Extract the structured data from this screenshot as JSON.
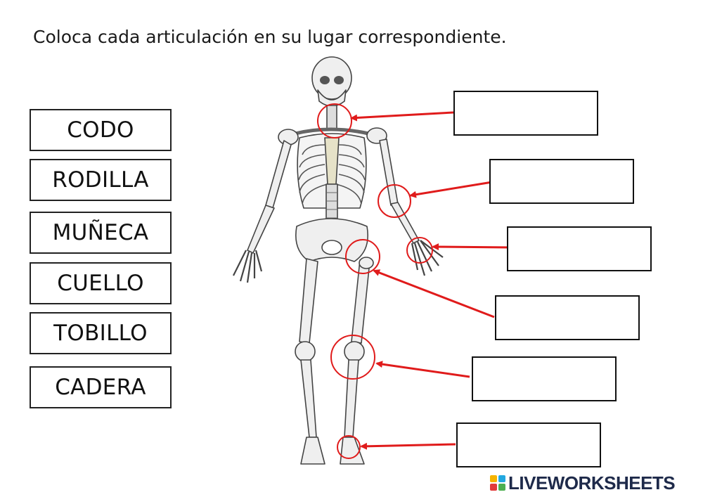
{
  "instructions": "Coloca cada articulación en su lugar correspondiente.",
  "word_bank": [
    "CODO",
    "RODILLA",
    "MUÑECA",
    "CUELLO",
    "TOBILLO",
    "CADERA"
  ],
  "drop_targets": [
    "",
    "",
    "",
    "",
    "",
    ""
  ],
  "targets_anatomy": [
    "neck",
    "elbow",
    "wrist",
    "hip",
    "knee",
    "ankle"
  ],
  "colors": {
    "arrow": "#e01b1b",
    "bone_fill": "#efefef",
    "bone_stroke": "#444444",
    "cartilage": "#e6e2c8"
  },
  "logo": {
    "text": "LIVEWORKSHEETS",
    "icon": "liveworksheets-logo-icon",
    "mark_colors": [
      "#f6b400",
      "#23a8e0",
      "#e23b3b",
      "#4caf50"
    ]
  }
}
